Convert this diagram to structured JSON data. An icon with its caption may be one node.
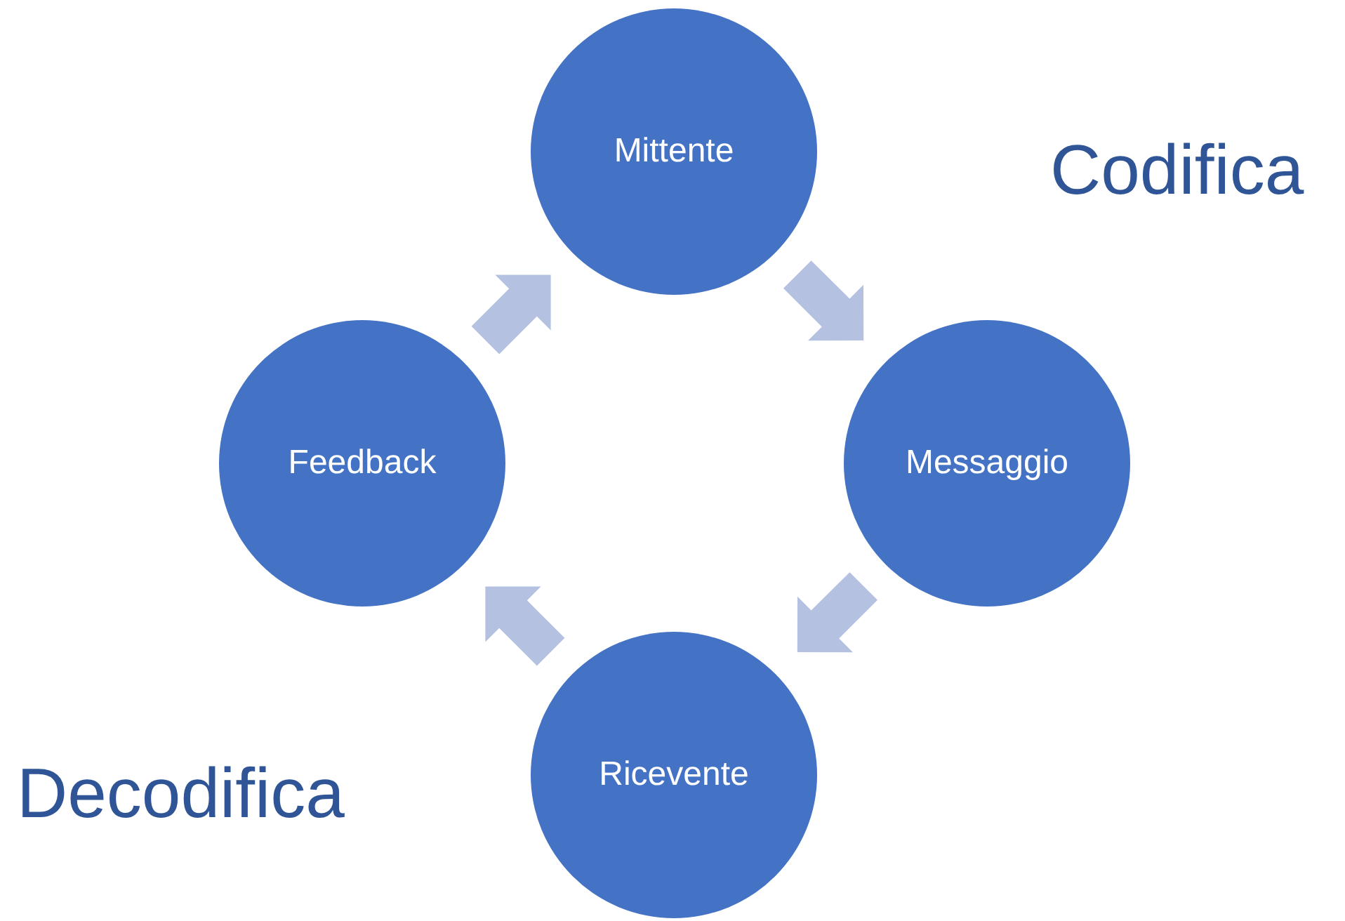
{
  "diagram": {
    "nodes": [
      {
        "text": [
          "Mittente"
        ]
      },
      {
        "text": [
          "Messaggio"
        ]
      },
      {
        "text": [
          "Ricevente"
        ]
      },
      {
        "text": [
          "Feedback"
        ]
      }
    ],
    "edges": [
      {
        "from": 0,
        "to": 1,
        "arrow": "to"
      },
      {
        "from": 1,
        "to": 2,
        "arrow": "to"
      },
      {
        "from": 2,
        "to": 3,
        "arrow": "to"
      },
      {
        "from": 3,
        "to": 0,
        "arrow": "to"
      }
    ],
    "labels": [
      "Codifica",
      "Decodifica"
    ]
  }
}
